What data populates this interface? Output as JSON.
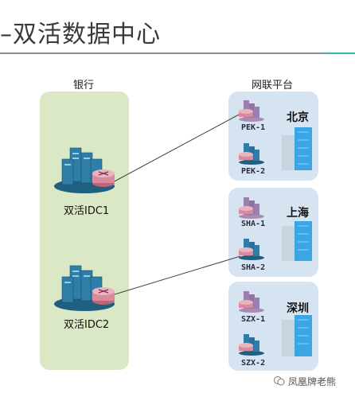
{
  "header": {
    "title": "–双活数据中心"
  },
  "bank": {
    "heading": "银行",
    "idc1_label": "双活IDC1",
    "idc2_label": "双活IDC2"
  },
  "network": {
    "heading": "网联平台",
    "regions": [
      {
        "city": "北京",
        "node1": "PEK-1",
        "node2": "PEK-2"
      },
      {
        "city": "上海",
        "node1": "SHA-1",
        "node2": "SHA-2"
      },
      {
        "city": "深圳",
        "node1": "SZX-1",
        "node2": "SZX-2"
      }
    ]
  },
  "watermark": {
    "text": "凤凰牌老熊"
  },
  "colors": {
    "bank_panel": "#dbe8c6",
    "region_panel": "#d6e4f2",
    "server_blue": "#2f7ea8",
    "router_pink": "#d98a9c",
    "building_blue": "#3aa6e6",
    "rule_accent": "#3bb7ad"
  }
}
